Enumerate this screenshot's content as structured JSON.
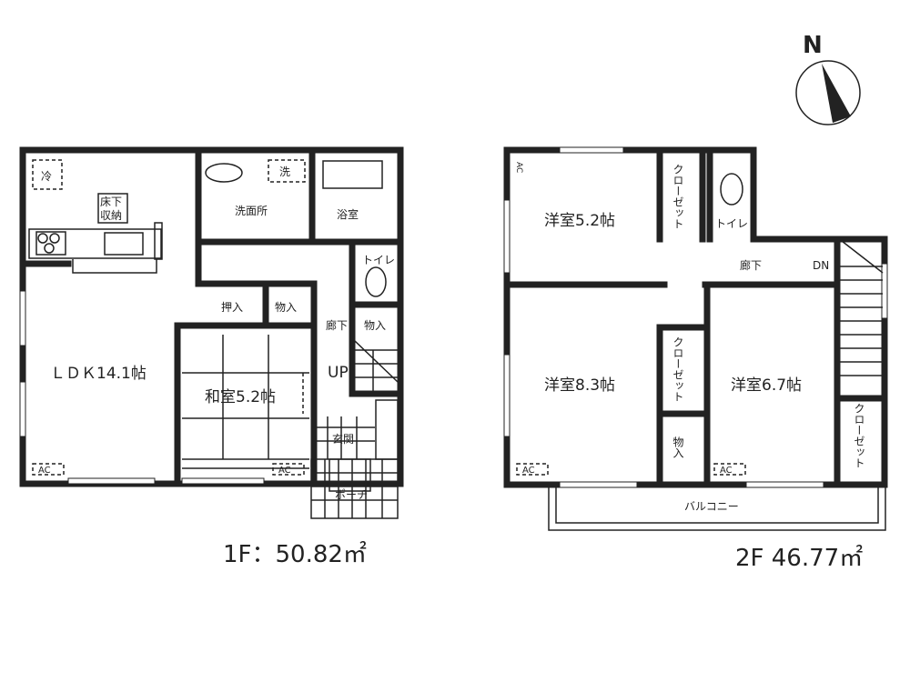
{
  "compass": {
    "label": "N"
  },
  "floor1": {
    "area_label": "1F：50.82㎡",
    "rooms": {
      "ldk": "ＬＤＫ14.1帖",
      "washitsu": "和室5.2帖",
      "senmenjo": "洗面所",
      "yokushitsu": "浴室",
      "toilet": "トイレ",
      "oshiire": "押入",
      "monoire_a": "物入",
      "monoire_b": "物入",
      "rouka": "廊下",
      "up": "UP",
      "genkan": "玄関",
      "porch": "ポーチ",
      "yukashita_1": "床下",
      "yukashita_2": "収納",
      "fridge": "冷",
      "washer": "洗",
      "ac_1": "AC",
      "ac_2": "AC"
    }
  },
  "floor2": {
    "area_label": "2F 46.77㎡",
    "rooms": {
      "yoshitsu_a": "洋室5.2帖",
      "yoshitsu_b": "洋室8.3帖",
      "yoshitsu_c": "洋室6.7帖",
      "closet_a": "クローゼット",
      "closet_b": "クローゼット",
      "closet_c": "クローゼット",
      "toilet": "トイレ",
      "rouka": "廊下",
      "dn": "DN",
      "monoire": "物入",
      "balcony": "バルコニー",
      "ac_1": "AC",
      "ac_2": "AC",
      "ac_3": "AC"
    }
  }
}
